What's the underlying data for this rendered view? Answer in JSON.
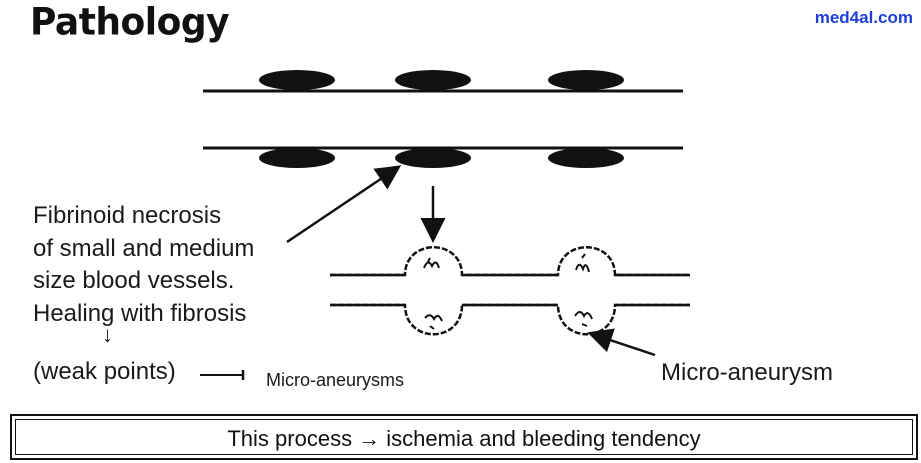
{
  "header": {
    "title": "Pathology",
    "brand": "med4al.com"
  },
  "diagram": {
    "description_lines": [
      "Fibrinoid necrosis",
      "of small and medium",
      "size blood vessels.",
      "Healing with fibrosis"
    ],
    "down_arrow": "↓",
    "weak_points": "(weak points)",
    "micro_aneurysms_label": "Micro-aneurysms",
    "micro_aneurysm_label": "Micro-aneurysm"
  },
  "banner": {
    "text": "This process → ischemia and bleeding tendency"
  }
}
